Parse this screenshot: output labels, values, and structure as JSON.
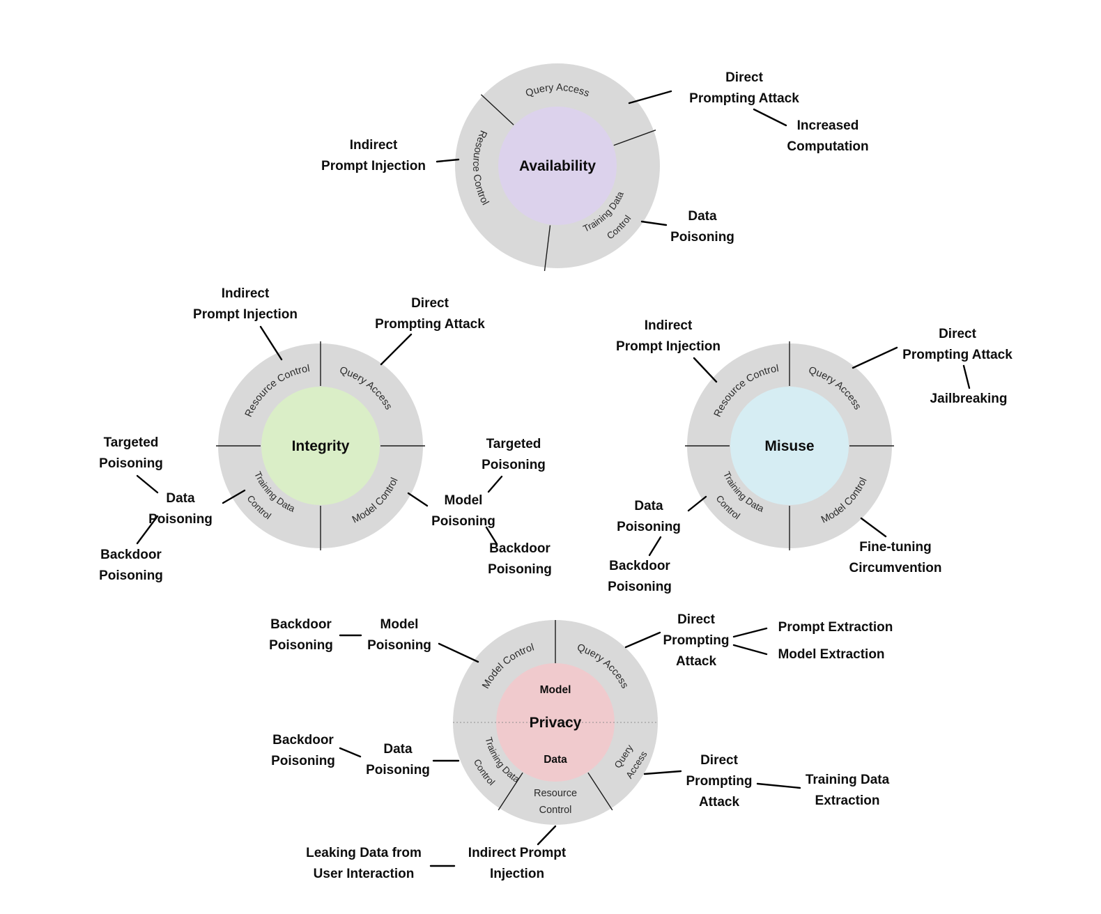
{
  "colors": {
    "ring": "#d9d9d9",
    "availability_center": "#dcd2ec",
    "integrity_center": "#daeec7",
    "misuse_center": "#d6edf3",
    "privacy_center": "#f0cacd"
  },
  "availability": {
    "title": "Availability",
    "ring": {
      "query_access": "Query Access",
      "resource_control": "Resource Control",
      "training_data_line1": "Training Data",
      "training_data_line2": "Control"
    },
    "labels": {
      "direct_prompting_attack": "Direct\nPrompting Attack",
      "increased_computation": "Increased\nComputation",
      "indirect_prompt_injection": "Indirect\nPrompt Injection",
      "data_poisoning": "Data\nPoisoning"
    }
  },
  "integrity": {
    "title": "Integrity",
    "ring": {
      "resource_control": "Resource Control",
      "query_access": "Query Access",
      "training_data_line1": "Training Data",
      "training_data_line2": "Control",
      "model_control": "Model Control"
    },
    "labels": {
      "indirect_prompt_injection": "Indirect\nPrompt Injection",
      "direct_prompting_attack": "Direct\nPrompting Attack",
      "targeted_poisoning_left": "Targeted\nPoisoning",
      "data_poisoning": "Data\nPoisoning",
      "backdoor_poisoning_left": "Backdoor\nPoisoning",
      "targeted_poisoning_right": "Targeted\nPoisoning",
      "model_poisoning": "Model\nPoisoning",
      "backdoor_poisoning_right": "Backdoor\nPoisoning"
    }
  },
  "misuse": {
    "title": "Misuse",
    "ring": {
      "resource_control": "Resource Control",
      "query_access": "Query Access",
      "training_data_line1": "Training Data",
      "training_data_line2": "Control",
      "model_control": "Model Control"
    },
    "labels": {
      "indirect_prompt_injection": "Indirect\nPrompt Injection",
      "direct_prompting_attack": "Direct\nPrompting Attack",
      "jailbreaking": "Jailbreaking",
      "data_poisoning": "Data\nPoisoning",
      "backdoor_poisoning": "Backdoor\nPoisoning",
      "fine_tuning_circumvention": "Fine-tuning\nCircumvention"
    }
  },
  "privacy": {
    "title": "Privacy",
    "center_top": "Model",
    "center_bottom": "Data",
    "ring": {
      "model_control": "Model Control",
      "query_access_upper": "Query Access",
      "training_data_line1": "Training Data",
      "training_data_line2": "Control",
      "resource_line1": "Resource",
      "resource_line2": "Control",
      "query_line1": "Query",
      "query_line2": "Access"
    },
    "labels": {
      "backdoor_poisoning_model": "Backdoor\nPoisoning",
      "model_poisoning": "Model\nPoisoning",
      "direct_prompting_attack_model": "Direct\nPrompting\nAttack",
      "prompt_extraction": "Prompt Extraction",
      "model_extraction": "Model Extraction",
      "backdoor_poisoning_data": "Backdoor\nPoisoning",
      "data_poisoning": "Data\nPoisoning",
      "direct_prompting_attack_data": "Direct\nPrompting\nAttack",
      "training_data_extraction": "Training Data\nExtraction",
      "leaking_data_user_interaction": "Leaking Data from\nUser Interaction",
      "indirect_prompt_injection": "Indirect Prompt\nInjection"
    }
  }
}
